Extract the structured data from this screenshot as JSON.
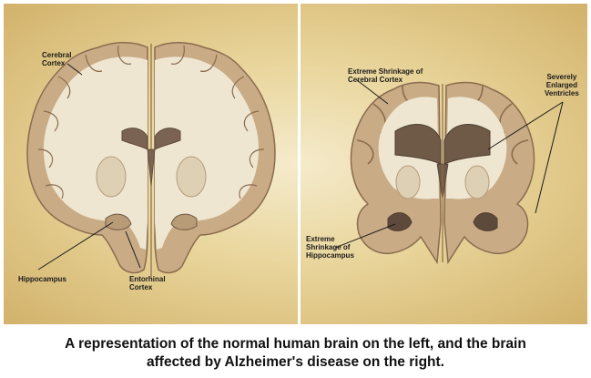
{
  "labels": {
    "cerebral_cortex": "Cerebral\nCortex",
    "hippocampus": "Hippocampus",
    "entorhinal_cortex": "Entorhinal\nCortex",
    "extreme_shrinkage_cortex": "Extreme Shrinkage of\nCerebral Cortex",
    "enlarged_ventricles": "Severely\nEnlarged\nVentricles",
    "extreme_shrinkage_hippocampus": "Extreme\nShrinkage of\nHippocampus"
  },
  "caption": {
    "line1": "A representation of the normal human brain on the left, and the brain",
    "line2": "affected by Alzheimer's disease on the right."
  },
  "colors": {
    "background": "#e9d59b",
    "white_matter": "#efe6d2",
    "gray_matter": "#c9ab86",
    "outline": "#8a6c4e",
    "ventricle": "#5e4a3a"
  }
}
